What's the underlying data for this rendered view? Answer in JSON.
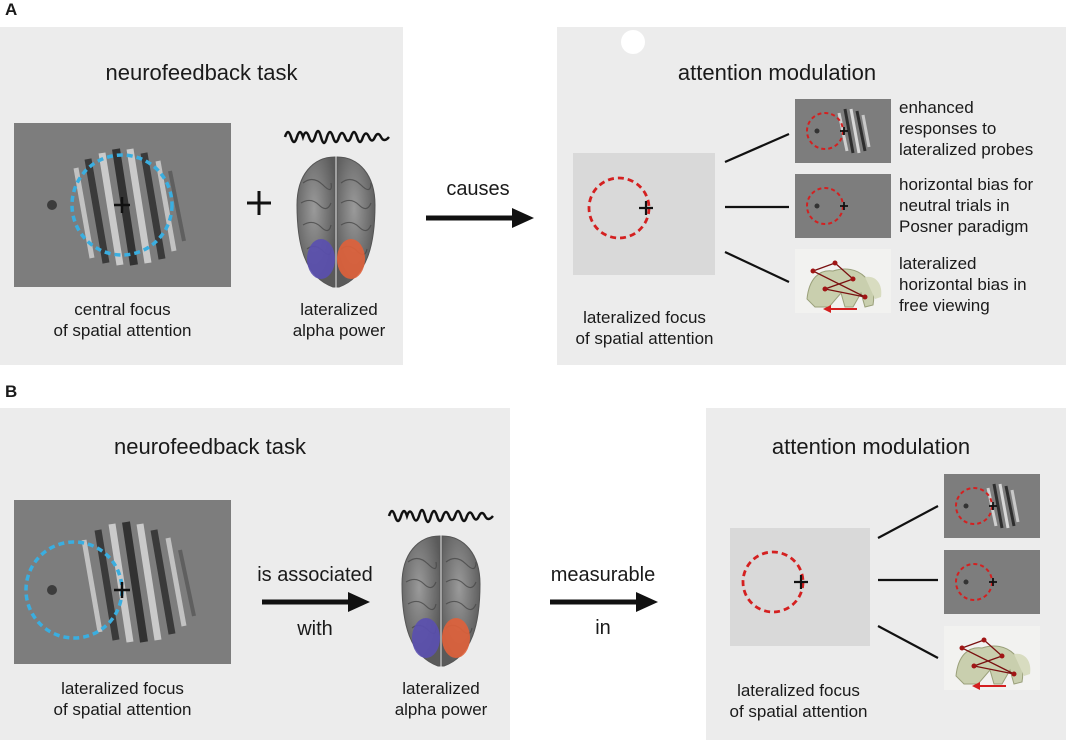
{
  "panel_a": {
    "letter": "A",
    "left_title": "neurofeedback task",
    "stim_caption": [
      "central focus",
      "of spatial attention"
    ],
    "brain_caption": [
      "lateralized",
      "alpha power"
    ],
    "arrow_label": "causes",
    "right_title": "attention modulation",
    "focus_caption": [
      "lateralized focus",
      "of spatial attention"
    ],
    "effects": [
      [
        "enhanced",
        "responses to",
        "lateralized probes"
      ],
      [
        "horizontal bias for",
        "neutral trials in",
        "Posner paradigm"
      ],
      [
        "lateralized",
        "horizontal bias in",
        "free viewing"
      ]
    ]
  },
  "panel_b": {
    "letter": "B",
    "left_title": "neurofeedback task",
    "stim_caption": [
      "lateralized focus",
      "of spatial attention"
    ],
    "arrow1_label": [
      "is associated",
      "with"
    ],
    "brain_caption": [
      "lateralized",
      "alpha power"
    ],
    "arrow2_label": [
      "measurable",
      "in"
    ],
    "right_title": "attention modulation",
    "focus_caption": [
      "lateralized focus",
      "of spatial attention"
    ]
  },
  "colors": {
    "panel_bg": "#ececec",
    "blue_circle": "#3aaee0",
    "red_circle": "#d42020",
    "left_hemisphere": "#5a4fb0",
    "right_hemisphere": "#e0603a"
  }
}
